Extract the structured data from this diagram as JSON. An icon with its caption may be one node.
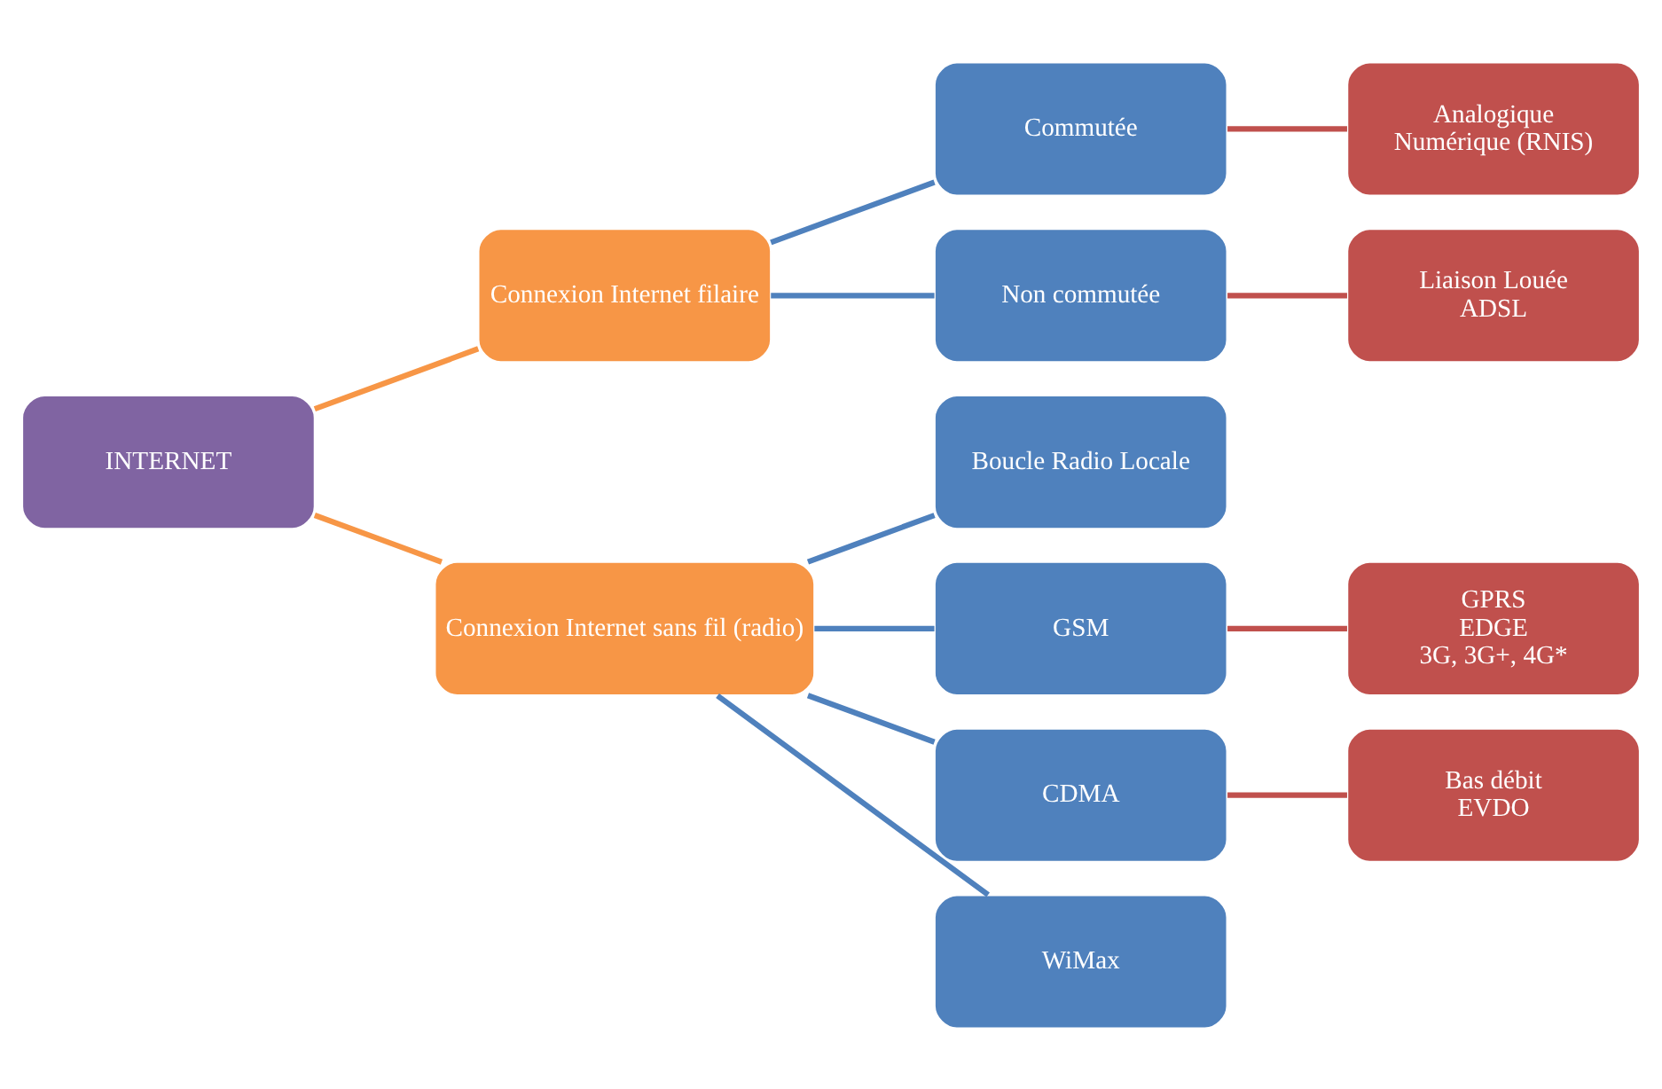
{
  "diagram": {
    "nodes": [
      {
        "text": [
          "INTERNET"
        ]
      },
      {
        "text": [
          "Connexion Internet filaire"
        ]
      },
      {
        "text": [
          "Connexion Internet sans fil (radio)"
        ]
      },
      {
        "text": [
          "Commutée"
        ]
      },
      {
        "text": [
          "Non commutée"
        ]
      },
      {
        "text": [
          "Boucle Radio Locale"
        ]
      },
      {
        "text": [
          "GSM"
        ]
      },
      {
        "text": [
          "CDMA"
        ]
      },
      {
        "text": [
          "WiMax"
        ]
      },
      {
        "text": [
          "Analogique",
          "Numérique (RNIS)"
        ]
      },
      {
        "text": [
          "Liaison Louée",
          "ADSL"
        ]
      },
      {
        "text": [
          "GPRS",
          "EDGE",
          "3G, 3G+, 4G*"
        ]
      },
      {
        "text": [
          "Bas débit",
          "EVDO"
        ]
      }
    ],
    "edges": [
      {
        "from": 0,
        "to": 1,
        "arrow": "none",
        "color": "#f79646"
      },
      {
        "from": 0,
        "to": 2,
        "arrow": "none",
        "color": "#f79646"
      },
      {
        "from": 1,
        "to": 3,
        "arrow": "none"
      },
      {
        "from": 1,
        "to": 4,
        "arrow": "none"
      },
      {
        "from": 2,
        "to": 5,
        "arrow": "none"
      },
      {
        "from": 2,
        "to": 6,
        "arrow": "none"
      },
      {
        "from": 2,
        "to": 7,
        "arrow": "none"
      },
      {
        "from": 2,
        "to": 8,
        "arrow": "none"
      },
      {
        "from": 3,
        "to": 9,
        "arrow": "none",
        "color": "#c0504d"
      },
      {
        "from": 4,
        "to": 10,
        "arrow": "none",
        "color": "#c0504d"
      },
      {
        "from": 6,
        "to": 11,
        "arrow": "none",
        "color": "#c0504d"
      },
      {
        "from": 7,
        "to": 12,
        "arrow": "none",
        "color": "#c0504d"
      }
    ]
  }
}
